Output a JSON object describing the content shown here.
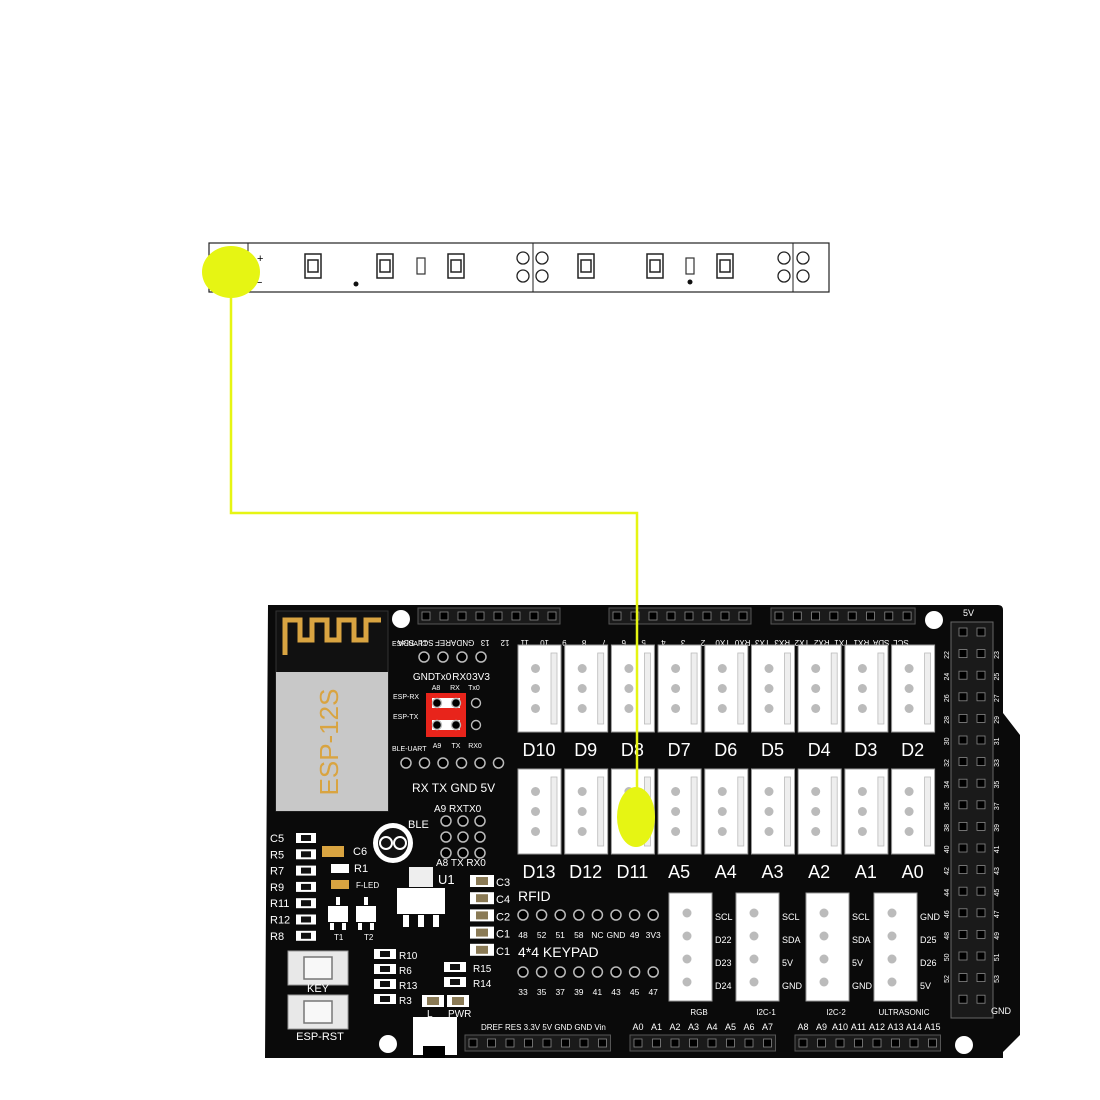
{
  "colors": {
    "wire": "#e6f513",
    "board": "#0a0a0a",
    "strip": "#ffffff",
    "connector": "#ffffff",
    "jumper": "#e8241b",
    "module_gold": "#d9a441",
    "module_grey": "#c8c8c8"
  },
  "strip": {
    "plus_label": "+",
    "minus_label": "−"
  },
  "board": {
    "module_name": "ESP-12S",
    "top_header_labels": [
      "SDA",
      "SCL",
      "AREF",
      "GND",
      "13",
      "12",
      "11",
      "10",
      "9",
      "8",
      "7",
      "6",
      "5",
      "4",
      "3",
      "2",
      "TX0",
      "RX0",
      "TX3",
      "RX3",
      "TX2",
      "RX2",
      "TX1",
      "RX1",
      "SDA",
      "SCL"
    ],
    "esp_uart_label": "ESP-UART",
    "esp_uart_pins": [
      "GND",
      "Tx0",
      "RX0",
      "3V3"
    ],
    "esp_rx_label": "ESP-RX",
    "esp_tx_label": "ESP-TX",
    "jumper_top_labels": [
      "A8",
      "RX",
      "Tx0"
    ],
    "jumper_bottom_labels": [
      "A9",
      "TX",
      "RX0"
    ],
    "ble_uart_label": "BLE-UART",
    "ble_uart_pins": "RX TX GND 5V",
    "ble_label": "BLE",
    "ble_top": "A9 RXTX0",
    "ble_bottom": "A8  TX  RX0",
    "row1_ports": [
      "D10",
      "D9",
      "D8",
      "D7",
      "D6",
      "D5",
      "D4",
      "D3",
      "D2"
    ],
    "row2_ports": [
      "D13",
      "D12",
      "D11",
      "A5",
      "A4",
      "A3",
      "A2",
      "A1",
      "A0"
    ],
    "left_components": [
      "C5",
      "R5",
      "R7",
      "R9",
      "R11",
      "R12",
      "R8"
    ],
    "c6_label": "C6",
    "r1_label": "R1",
    "fled_label": "F-LED",
    "u1_label": "U1",
    "t1_label": "T1",
    "t2_label": "T2",
    "caps": [
      "C3",
      "C4",
      "C2",
      "C1",
      "C1"
    ],
    "rfid_label": "RFID",
    "rfid_pins": [
      "48",
      "52",
      "51",
      "58",
      "NC",
      "GND",
      "49",
      "3V3"
    ],
    "keypad_label": "4*4 KEYPAD",
    "keypad_pins": [
      "33",
      "35",
      "37",
      "39",
      "41",
      "43",
      "45",
      "47"
    ],
    "mid_res_left": [
      "R10",
      "R6",
      "R13",
      "R3"
    ],
    "mid_res_right": [
      "R15",
      "R14"
    ],
    "key_label": "KEY",
    "esp_rst_label": "ESP-RST",
    "l_label": "L",
    "pwr_label": "PWR",
    "i2c_blocks": [
      {
        "pins": [
          "SCL",
          "D22",
          "D23",
          "D24"
        ],
        "name": "RGB"
      },
      {
        "pins": [
          "SCL",
          "SDA",
          "5V",
          "GND"
        ],
        "name": "I2C-1"
      },
      {
        "pins": [
          "SCL",
          "SDA",
          "5V",
          "GND"
        ],
        "name": "I2C-2"
      },
      {
        "pins": [
          "GND",
          "D25",
          "D26",
          "5V"
        ],
        "name": "ULTRASONIC"
      }
    ],
    "power_header_labels": "DREF RES 3.3V 5V GND GND Vin",
    "analog_left_labels": [
      "A0",
      "A1",
      "A2",
      "A3",
      "A4",
      "A5",
      "A6",
      "A7"
    ],
    "analog_right_labels": [
      "A8",
      "A9",
      "A10",
      "A11",
      "A12",
      "A13",
      "A14",
      "A15"
    ],
    "right_5v_label": "5V",
    "right_gnd_label": "GND",
    "right_inner_numbers": [
      "22",
      "24",
      "26",
      "28",
      "30",
      "32",
      "34",
      "36",
      "38",
      "40",
      "42",
      "44",
      "46",
      "48",
      "50",
      "52"
    ],
    "right_outer_numbers": [
      "23",
      "25",
      "27",
      "29",
      "31",
      "33",
      "35",
      "37",
      "39",
      "41",
      "43",
      "45",
      "47",
      "49",
      "51",
      "53"
    ]
  }
}
